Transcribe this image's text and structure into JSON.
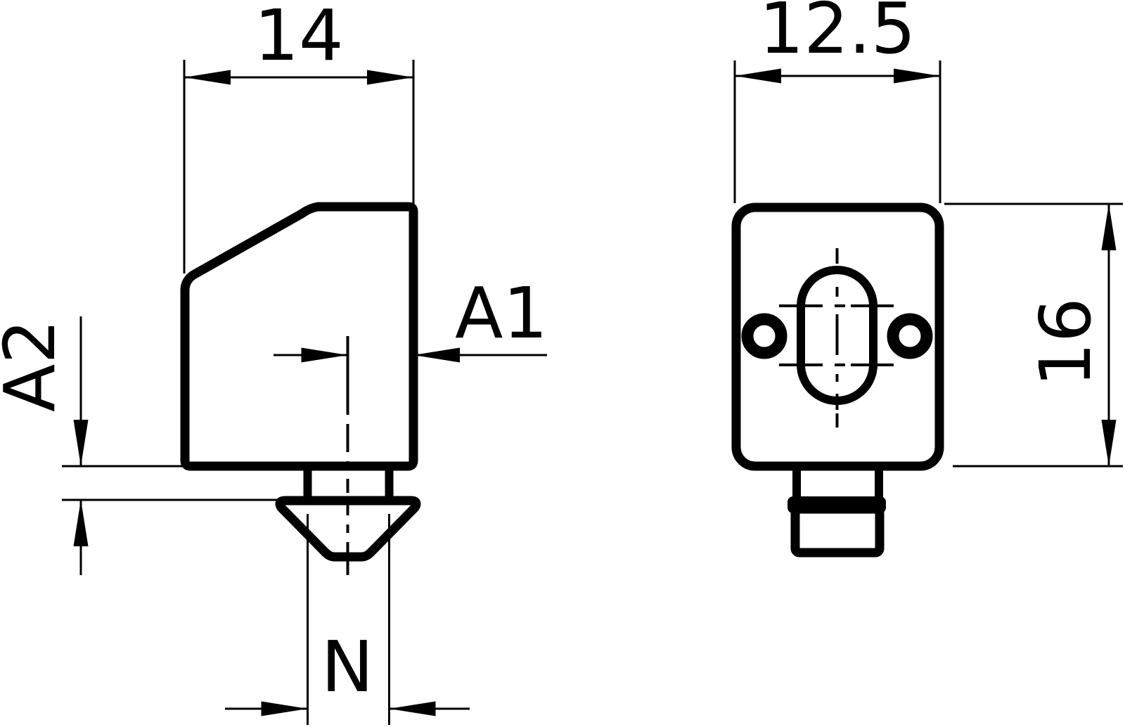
{
  "colors": {
    "background": "#ffffff",
    "line": "#000000"
  },
  "drawing": {
    "kind": "two-view technical drawing of a profile fastener with countersunk hammer head",
    "views": {
      "side": {
        "dims": {
          "width": "14",
          "a1": "A1",
          "a2": "A2",
          "n": "N"
        }
      },
      "front": {
        "dims": {
          "width": "12.5",
          "height": "16"
        }
      }
    }
  }
}
